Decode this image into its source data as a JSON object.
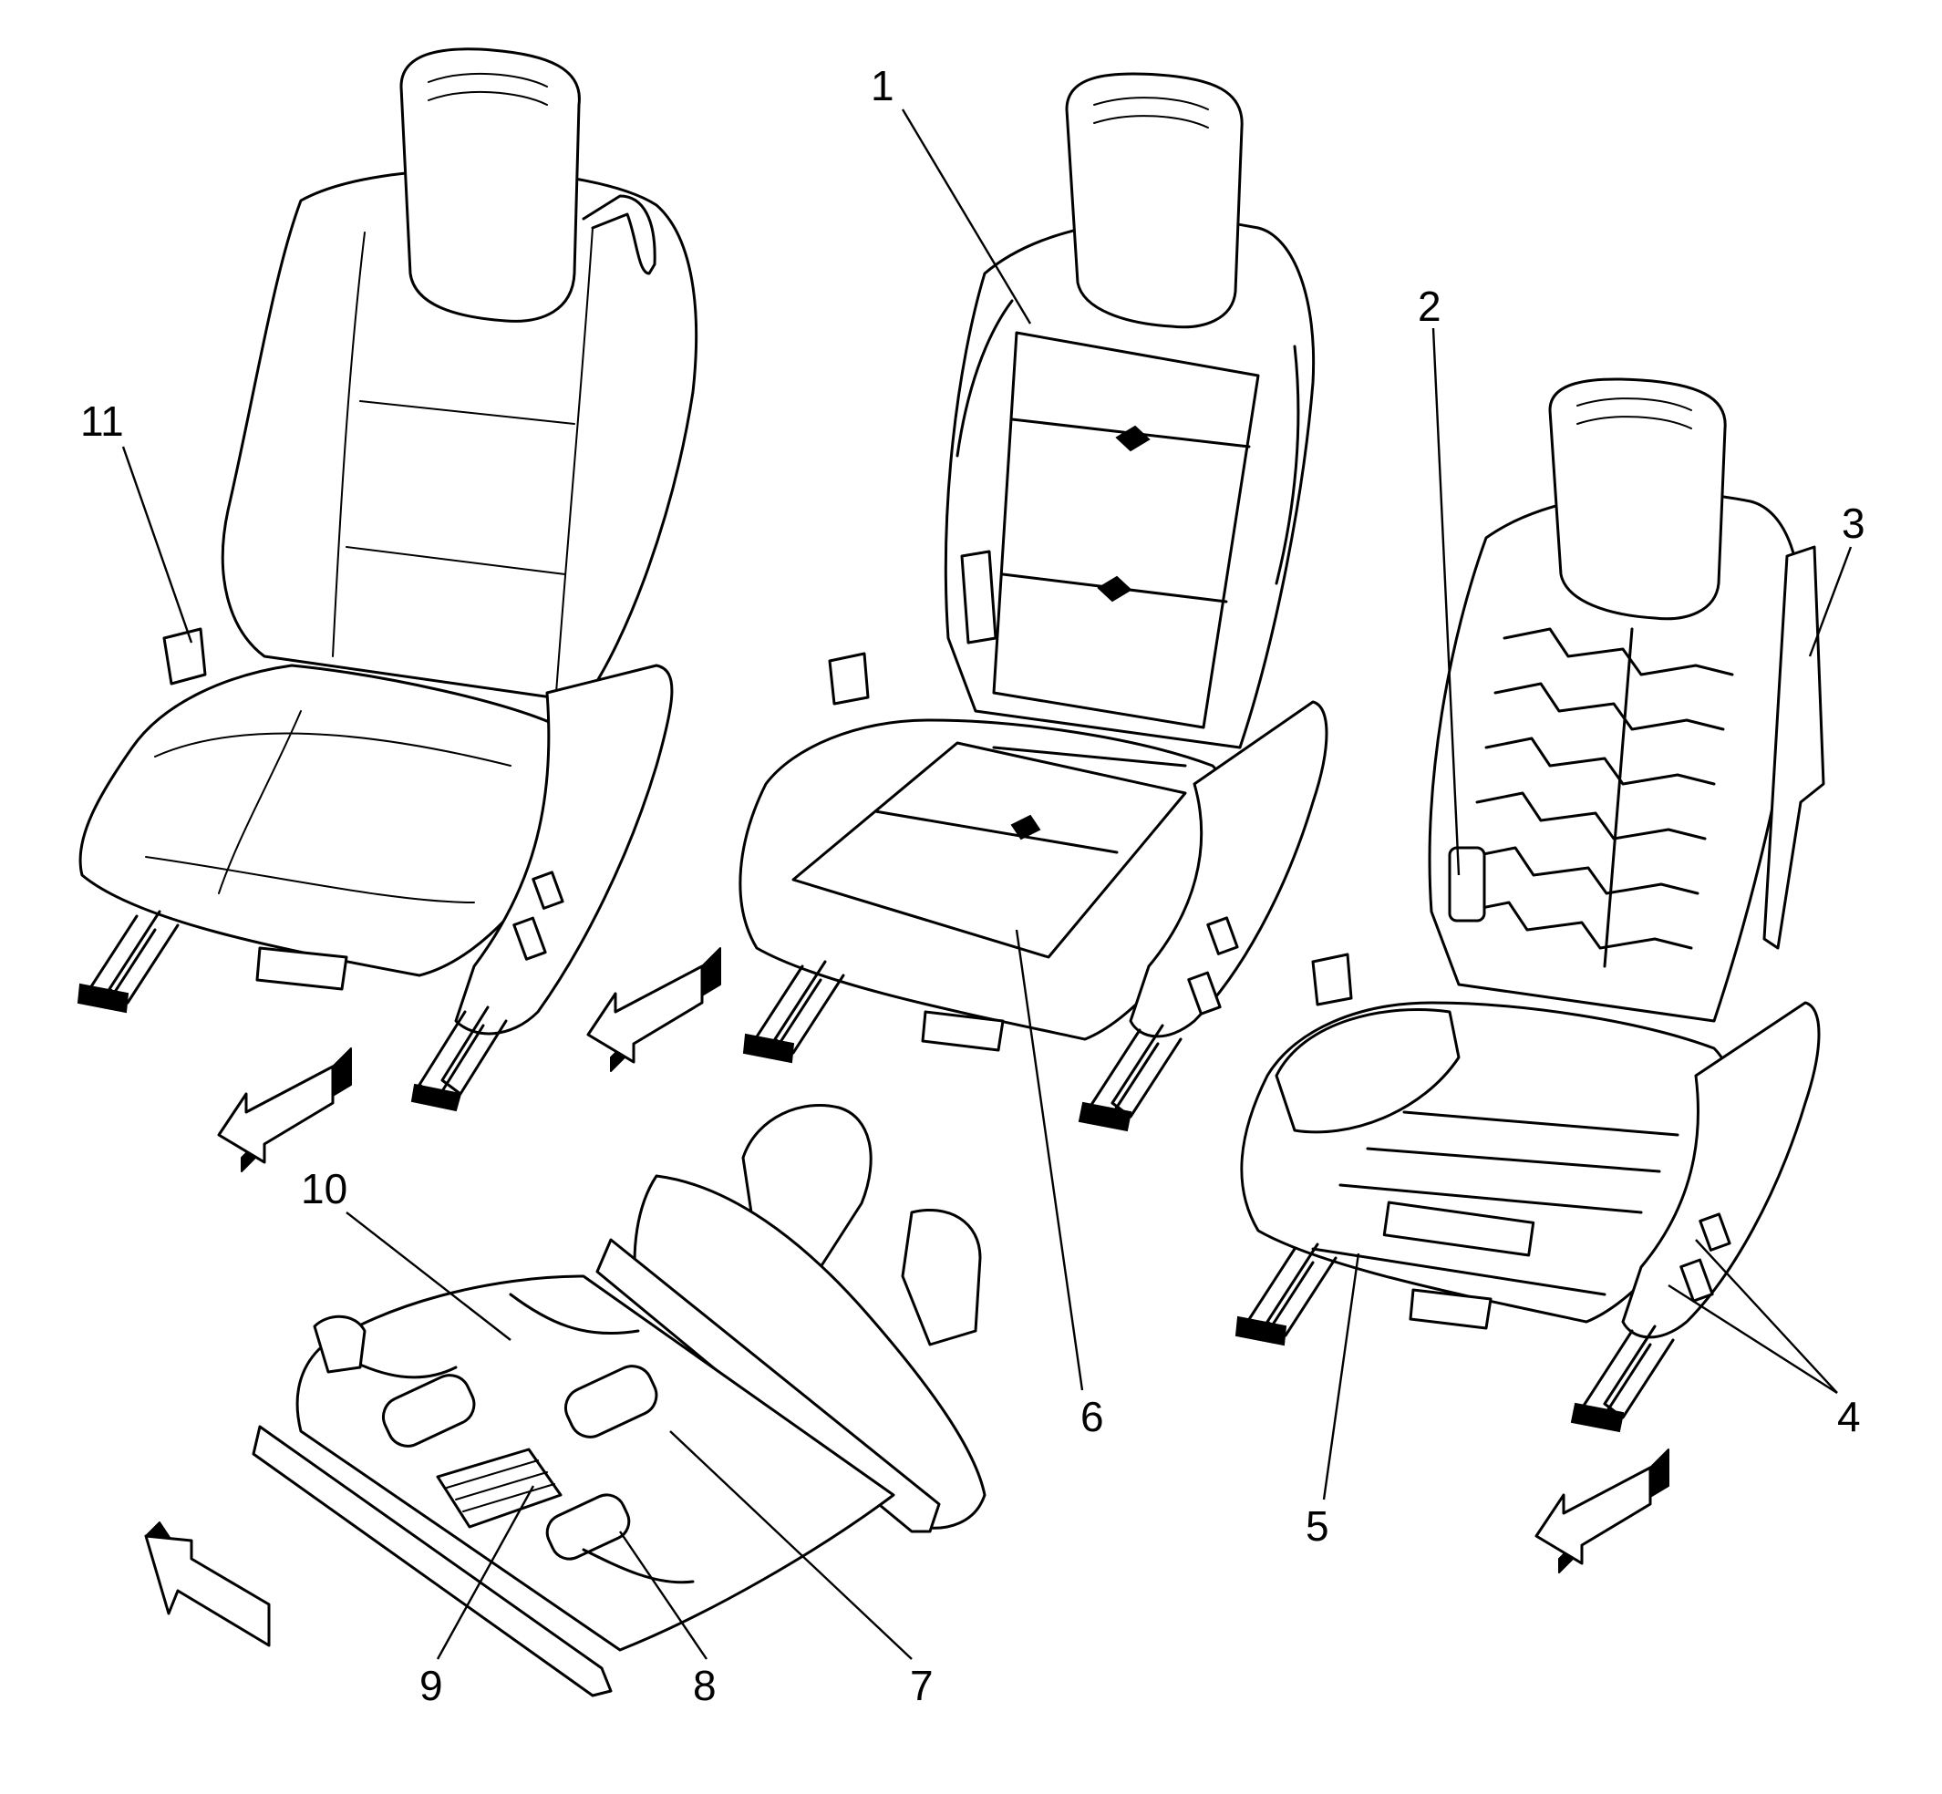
{
  "figure": {
    "callouts": [
      {
        "id": "1",
        "label": "1"
      },
      {
        "id": "2",
        "label": "2"
      },
      {
        "id": "3",
        "label": "3"
      },
      {
        "id": "4",
        "label": "4"
      },
      {
        "id": "5",
        "label": "5"
      },
      {
        "id": "6",
        "label": "6"
      },
      {
        "id": "7",
        "label": "7"
      },
      {
        "id": "8",
        "label": "8"
      },
      {
        "id": "9",
        "label": "9"
      },
      {
        "id": "10",
        "label": "10"
      },
      {
        "id": "11",
        "label": "11"
      }
    ],
    "direction_arrows": {
      "count": 4,
      "meaning": "vehicle front direction indicator",
      "style": "hollow 3D block arrow"
    },
    "colors": {
      "ink": "#000000",
      "background": "#ffffff"
    }
  }
}
